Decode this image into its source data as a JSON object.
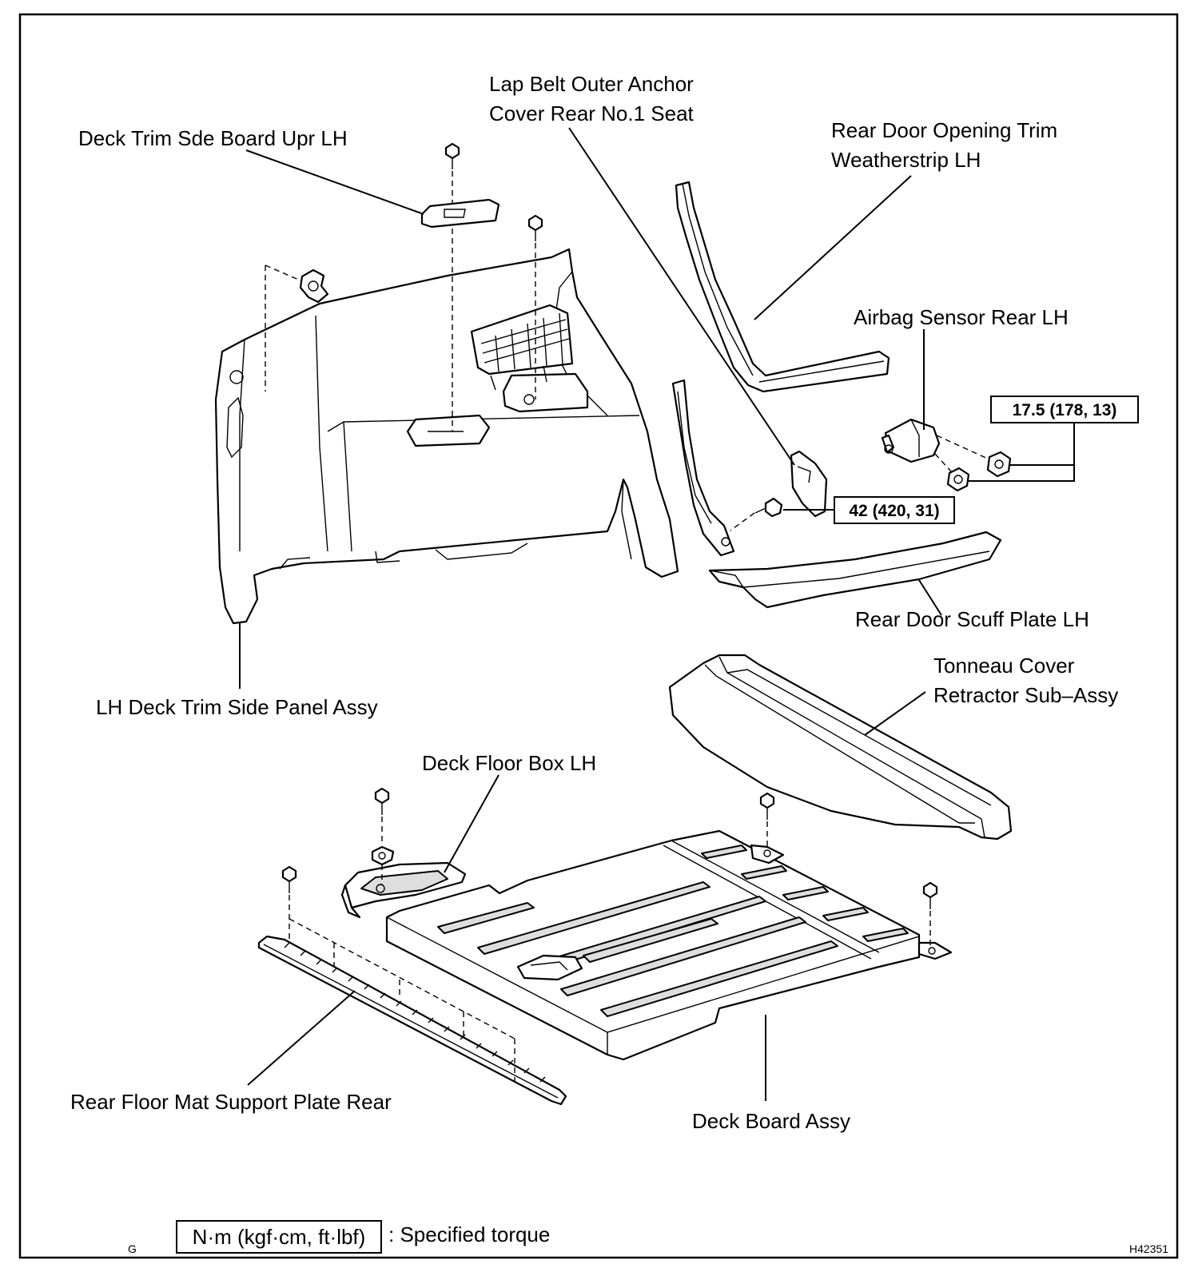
{
  "labels": {
    "deck_trim_side_board": "Deck Trim Sde Board Upr LH",
    "lap_belt_line1": "Lap Belt Outer Anchor",
    "lap_belt_line2": "Cover Rear No.1 Seat",
    "weatherstrip_line1": "Rear Door Opening Trim",
    "weatherstrip_line2": "Weatherstrip LH",
    "airbag_sensor": "Airbag Sensor Rear LH",
    "scuff_plate": "Rear Door Scuff Plate LH",
    "tonneau_line1": "Tonneau Cover",
    "tonneau_line2": "Retractor Sub–Assy",
    "side_panel": "LH Deck Trim Side Panel Assy",
    "floor_box": "Deck Floor Box LH",
    "mat_support": "Rear Floor Mat Support Plate Rear",
    "deck_board": "Deck Board Assy"
  },
  "torques": {
    "airbag_sensor_nut": "17.5 (178, 13)",
    "anchor_bolt": "42 (420, 31)"
  },
  "legend": {
    "unit_box": "N·m (kgf·cm, ft·lbf)",
    "description": ": Specified torque"
  },
  "corner_mark": "G",
  "figure_id": "H42351"
}
